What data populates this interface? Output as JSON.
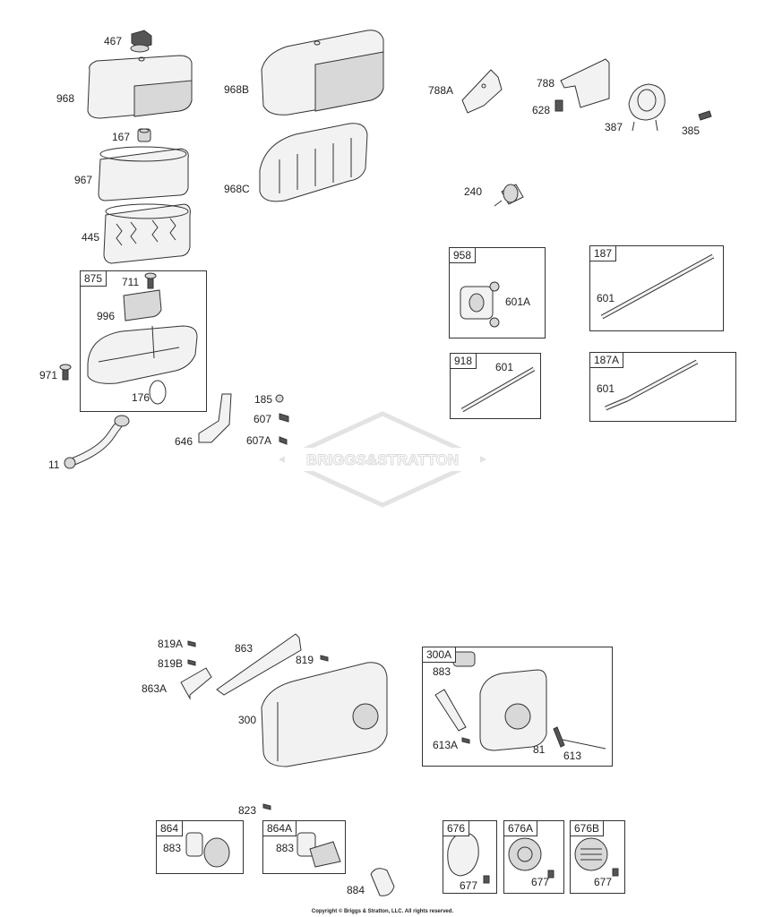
{
  "parts": {
    "p467": "467",
    "p968": "968",
    "p968B": "968B",
    "p167": "167",
    "p967": "967",
    "p968C": "968C",
    "p445": "445",
    "p711": "711",
    "p996": "996",
    "p971": "971",
    "p176": "176",
    "p185": "185",
    "p607": "607",
    "p646": "646",
    "p607A": "607A",
    "p11": "11",
    "p788A": "788A",
    "p788": "788",
    "p628": "628",
    "p387": "387",
    "p385": "385",
    "p240": "240",
    "p601A": "601A",
    "p601_187": "601",
    "p601_918": "601",
    "p601_187A": "601",
    "p819A": "819A",
    "p863": "863",
    "p819B": "819B",
    "p819": "819",
    "p863A": "863A",
    "p300": "300",
    "p883_300A": "883",
    "p613A": "613A",
    "p81": "81",
    "p613": "613",
    "p823": "823",
    "p883_864": "883",
    "p883_864A": "883",
    "p884": "884",
    "p677_676": "677",
    "p677_676A": "677",
    "p677_676B": "677"
  },
  "kits": {
    "k875": "875",
    "k958": "958",
    "k187": "187",
    "k918": "918",
    "k187A": "187A",
    "k300A": "300A",
    "k864": "864",
    "k864A": "864A",
    "k676": "676",
    "k676A": "676A",
    "k676B": "676B"
  },
  "watermark": {
    "brand": "BRIGGS&STRATTON"
  },
  "footer": {
    "copyright": "Copyright © Briggs & Stratton, LLC. All rights reserved."
  },
  "colors": {
    "line": "#333333",
    "fill": "#f2f2f2",
    "watermark": "#e3e3e3"
  }
}
